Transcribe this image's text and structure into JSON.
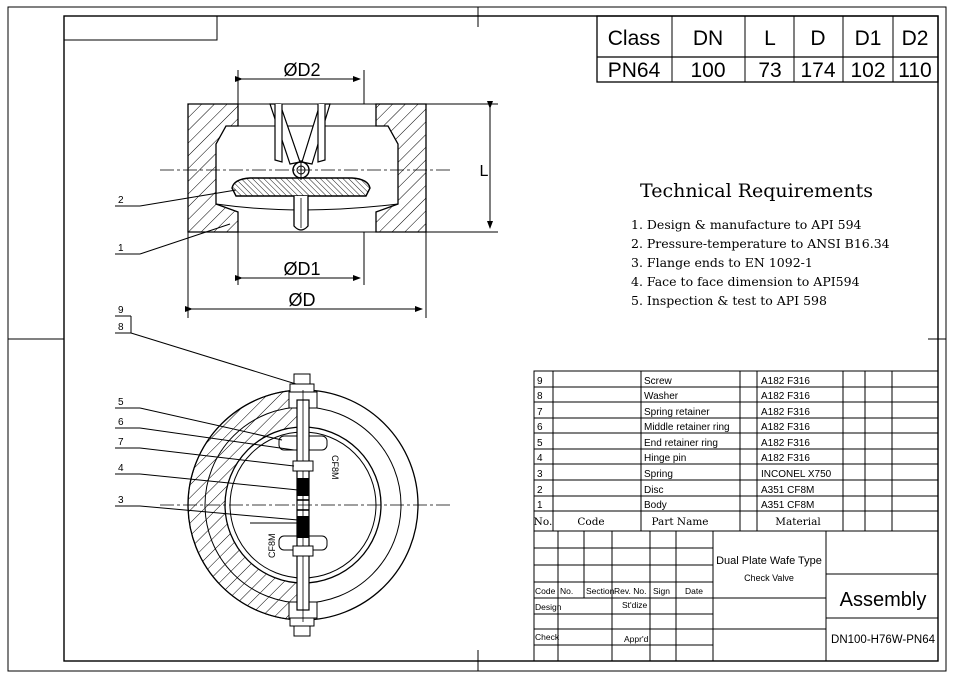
{
  "spec_table": {
    "headers": [
      "Class",
      "DN",
      "L",
      "D",
      "D1",
      "D2"
    ],
    "values": [
      "PN64",
      "100",
      "73",
      "174",
      "102",
      "110"
    ]
  },
  "dimensions": {
    "d2": "ØD2",
    "d1": "ØD1",
    "d": "ØD",
    "l": "L"
  },
  "technical_requirements": {
    "title": "Technical Requirements",
    "items": [
      "1. Design & manufacture to API 594",
      "2. Pressure-temperature to ANSI B16.34",
      "3. Flange ends to EN 1092-1",
      "4. Face to face dimension to API594",
      "5. Inspection & test to API 598"
    ]
  },
  "balloons_section": [
    "2",
    "1"
  ],
  "balloons_front": [
    "9",
    "8",
    "5",
    "6",
    "7",
    "4",
    "3"
  ],
  "body_marks": [
    "CF8M",
    "CF8M"
  ],
  "parts_list": {
    "rows": [
      {
        "no": "9",
        "code": "",
        "name": "Screw",
        "material": "A182  F316"
      },
      {
        "no": "8",
        "code": "",
        "name": "Washer",
        "material": "A182  F316"
      },
      {
        "no": "7",
        "code": "",
        "name": "Spring retainer",
        "material": "A182  F316"
      },
      {
        "no": "6",
        "code": "",
        "name": "Middle retainer ring",
        "material": "A182  F316"
      },
      {
        "no": "5",
        "code": "",
        "name": "End retainer ring",
        "material": "A182  F316"
      },
      {
        "no": "4",
        "code": "",
        "name": "Hinge pin",
        "material": "A182  F316"
      },
      {
        "no": "3",
        "code": "",
        "name": "Spring",
        "material": "INCONEL X750"
      },
      {
        "no": "2",
        "code": "",
        "name": "Disc",
        "material": "A351  CF8M"
      },
      {
        "no": "1",
        "code": "",
        "name": "Body",
        "material": "A351  CF8M"
      }
    ],
    "header": {
      "no": "No.",
      "code": "Code",
      "name": "Part Name",
      "material": "Material"
    }
  },
  "title_block": {
    "product_line1": "Dual Plate Wafe Type",
    "product_line2": "Check Valve",
    "drawing_title": "Assembly",
    "drawing_number": "DN100-H76W-PN64",
    "labels": {
      "code": "Code",
      "no": "No.",
      "section": "Section",
      "rev_no": "Rev. No.",
      "sign": "Sign",
      "date": "Date",
      "design": "Design",
      "std": "St'dize",
      "check": "Check",
      "approved": "Appr'd"
    }
  }
}
